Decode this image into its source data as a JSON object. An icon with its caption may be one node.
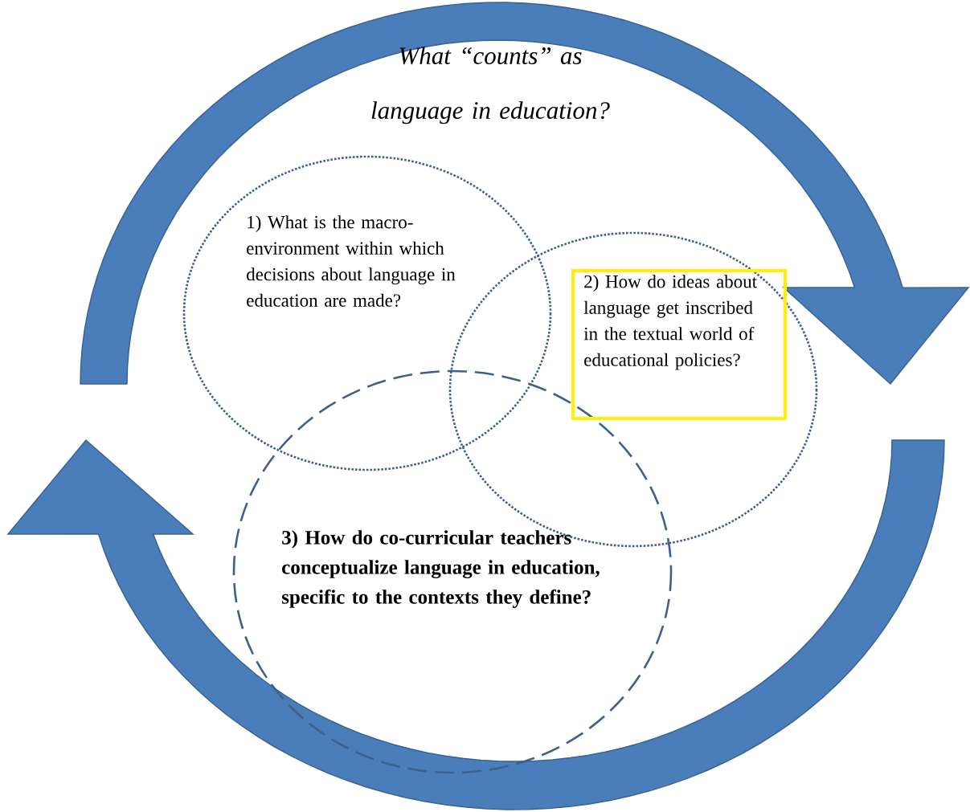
{
  "diagram": {
    "title": "What “counts” as language in education?",
    "nodes": [
      {
        "text": [
          "1) What is the macro-environment within which decisions about language in education are made?"
        ]
      },
      {
        "text": [
          "2) How do ideas about language get inscribed in the textual world of educational policies?"
        ]
      },
      {
        "text": [
          "3) How do co-curricular teachers conceptualize language in education, specific to the contexts they define?"
        ]
      }
    ]
  }
}
